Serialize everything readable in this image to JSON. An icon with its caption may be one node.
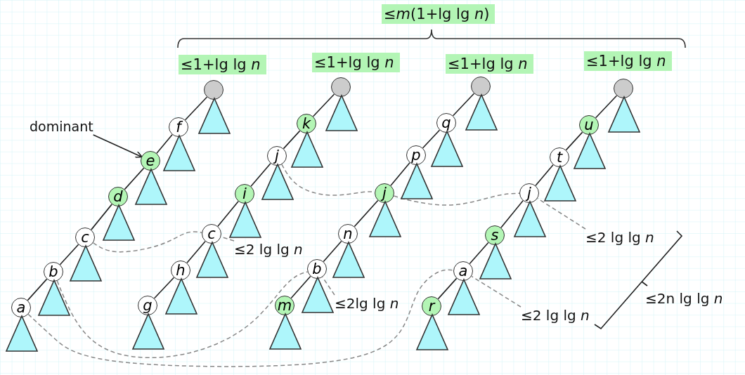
{
  "diagram": {
    "nodes": [
      {
        "text": [],
        "shape": "circle"
      },
      {
        "text": [],
        "shape": "triangle"
      },
      {
        "text": [
          "f"
        ]
      },
      {
        "text": [],
        "shape": "triangle"
      },
      {
        "text": [
          "e"
        ]
      },
      {
        "text": [],
        "shape": "triangle"
      },
      {
        "text": [
          "d"
        ]
      },
      {
        "text": [],
        "shape": "triangle"
      },
      {
        "text": [
          "c"
        ]
      },
      {
        "text": [],
        "shape": "triangle"
      },
      {
        "text": [
          "b"
        ]
      },
      {
        "text": [],
        "shape": "triangle"
      },
      {
        "text": [
          "a"
        ]
      },
      {
        "text": [],
        "shape": "triangle"
      },
      {
        "text": [],
        "shape": "circle"
      },
      {
        "text": [],
        "shape": "triangle"
      },
      {
        "text": [
          "k"
        ]
      },
      {
        "text": [],
        "shape": "triangle"
      },
      {
        "text": [
          "j"
        ]
      },
      {
        "text": [],
        "shape": "triangle"
      },
      {
        "text": [
          "i"
        ]
      },
      {
        "text": [],
        "shape": "triangle"
      },
      {
        "text": [
          "c"
        ]
      },
      {
        "text": [],
        "shape": "triangle"
      },
      {
        "text": [
          "h"
        ]
      },
      {
        "text": [],
        "shape": "triangle"
      },
      {
        "text": [
          "g"
        ]
      },
      {
        "text": [],
        "shape": "triangle"
      },
      {
        "text": [],
        "shape": "circle"
      },
      {
        "text": [],
        "shape": "triangle"
      },
      {
        "text": [
          "q"
        ]
      },
      {
        "text": [],
        "shape": "triangle"
      },
      {
        "text": [
          "p"
        ]
      },
      {
        "text": [],
        "shape": "triangle"
      },
      {
        "text": [
          "j"
        ]
      },
      {
        "text": [],
        "shape": "triangle"
      },
      {
        "text": [
          "n"
        ]
      },
      {
        "text": [],
        "shape": "triangle"
      },
      {
        "text": [
          "b"
        ]
      },
      {
        "text": [],
        "shape": "triangle"
      },
      {
        "text": [
          "m"
        ]
      },
      {
        "text": [],
        "shape": "triangle"
      },
      {
        "text": [],
        "shape": "circle"
      },
      {
        "text": [],
        "shape": "triangle"
      },
      {
        "text": [
          "u"
        ]
      },
      {
        "text": [],
        "shape": "triangle"
      },
      {
        "text": [
          "t"
        ]
      },
      {
        "text": [],
        "shape": "triangle"
      },
      {
        "text": [
          "j"
        ]
      },
      {
        "text": [],
        "shape": "triangle"
      },
      {
        "text": [
          "s"
        ]
      },
      {
        "text": [],
        "shape": "triangle"
      },
      {
        "text": [
          "a"
        ]
      },
      {
        "text": [],
        "shape": "triangle"
      },
      {
        "text": [
          "r"
        ]
      },
      {
        "text": [],
        "shape": "triangle"
      },
      {
        "text": [
          "dominant"
        ]
      },
      {
        "text": [
          "≤2 lg lg *n*"
        ]
      },
      {
        "text": [
          "≤2lg lg *n*"
        ]
      },
      {
        "text": [
          "≤2 lg lg *n*"
        ]
      },
      {
        "text": [
          "≤2 lg lg *n*"
        ]
      }
    ],
    "edges": [
      {
        "from": 0,
        "to": 2,
        "arrow": "none"
      },
      {
        "from": 2,
        "to": 4,
        "arrow": "none"
      },
      {
        "from": 4,
        "to": 6,
        "arrow": "none"
      },
      {
        "from": 6,
        "to": 8,
        "arrow": "none"
      },
      {
        "from": 8,
        "to": 10,
        "arrow": "none"
      },
      {
        "from": 10,
        "to": 12,
        "arrow": "none"
      },
      {
        "from": 14,
        "to": 16,
        "arrow": "none"
      },
      {
        "from": 16,
        "to": 18,
        "arrow": "none"
      },
      {
        "from": 18,
        "to": 20,
        "arrow": "none"
      },
      {
        "from": 20,
        "to": 22,
        "arrow": "none"
      },
      {
        "from": 22,
        "to": 24,
        "arrow": "none"
      },
      {
        "from": 24,
        "to": 26,
        "arrow": "none"
      },
      {
        "from": 28,
        "to": 30,
        "arrow": "none"
      },
      {
        "from": 30,
        "to": 32,
        "arrow": "none"
      },
      {
        "from": 32,
        "to": 34,
        "arrow": "none"
      },
      {
        "from": 34,
        "to": 36,
        "arrow": "none"
      },
      {
        "from": 36,
        "to": 38,
        "arrow": "none"
      },
      {
        "from": 38,
        "to": 40,
        "arrow": "none"
      },
      {
        "from": 42,
        "to": 44,
        "arrow": "none"
      },
      {
        "from": 44,
        "to": 46,
        "arrow": "none"
      },
      {
        "from": 46,
        "to": 48,
        "arrow": "none"
      },
      {
        "from": 48,
        "to": 50,
        "arrow": "none"
      },
      {
        "from": 50,
        "to": 52,
        "arrow": "none"
      },
      {
        "from": 52,
        "to": 54,
        "arrow": "none"
      },
      {
        "from": 8,
        "to": 22,
        "arrow": "none",
        "style": "dashed",
        "color": "#888888"
      },
      {
        "from": 18,
        "to": 34,
        "arrow": "none",
        "style": "dashed",
        "color": "#888888"
      },
      {
        "from": 34,
        "to": 48,
        "arrow": "none",
        "style": "dashed",
        "color": "#888888"
      },
      {
        "from": 10,
        "to": 38,
        "arrow": "none",
        "style": "dashed",
        "color": "#888888"
      },
      {
        "from": 12,
        "to": 52,
        "arrow": "none",
        "style": "dashed",
        "color": "#888888"
      },
      {
        "from": 56,
        "to": 4,
        "arrow": "to"
      },
      {
        "from": 57,
        "to": 22,
        "arrow": "none",
        "style": "dashed",
        "color": "#888888"
      },
      {
        "from": 58,
        "to": 38,
        "arrow": "none",
        "style": "dashed",
        "color": "#888888"
      },
      {
        "from": 59,
        "to": 48,
        "arrow": "none",
        "style": "dashed",
        "color": "#888888"
      },
      {
        "from": 60,
        "to": 52,
        "arrow": "none",
        "style": "dashed",
        "color": "#888888"
      }
    ],
    "labels": [
      "≤*m*(1+lg lg *n*)",
      "≤1+lg lg *n*",
      "≤1+lg lg *n*",
      "≤1+lg lg *n*",
      "≤1+lg lg *n*",
      "≤2n lg lg *n*"
    ]
  }
}
